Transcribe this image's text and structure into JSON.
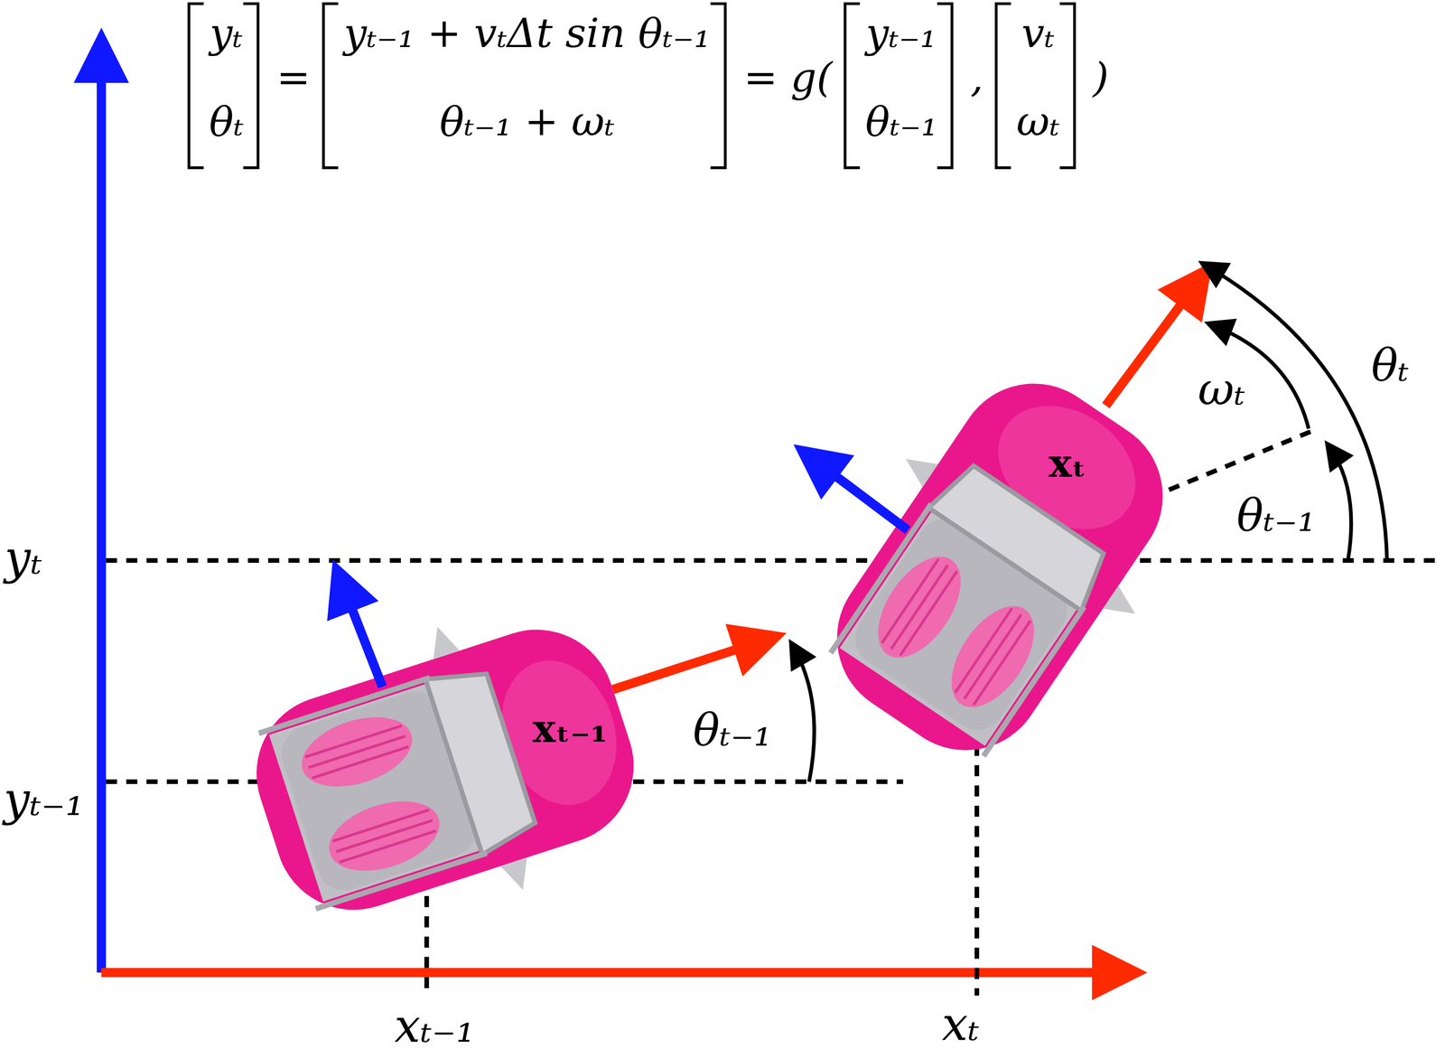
{
  "diagram": {
    "labels": [
      "yₜ",
      "θₜ",
      "=",
      "yₜ₋₁ + vₜΔt sin θₜ₋₁",
      "θₜ₋₁ + ωₜ",
      "= g(",
      "yₜ₋₁",
      "θₜ₋₁",
      ",",
      "vₜ",
      "ωₜ",
      ")",
      "yₜ",
      "yₜ₋₁",
      "xₜ₋₁",
      "xₜ",
      "xₜ₋₁",
      "θₜ₋₁",
      "xₜ",
      "ωₜ",
      "θₜ",
      "θₜ₋₁"
    ]
  }
}
